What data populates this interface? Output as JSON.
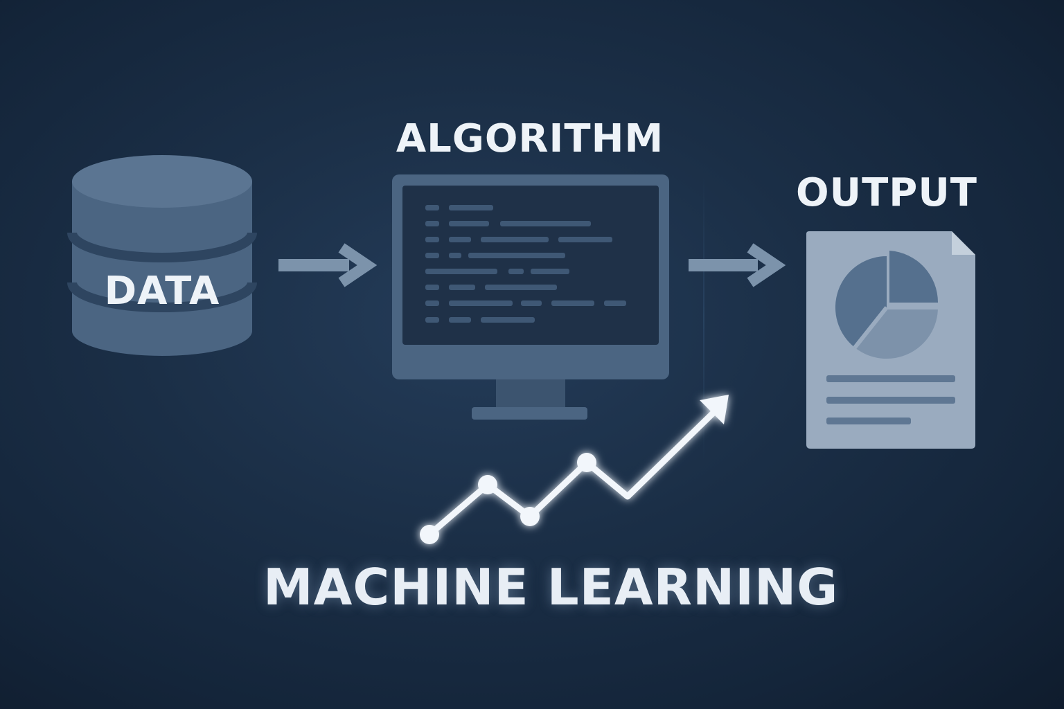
{
  "labels": {
    "data": "DATA",
    "algorithm": "ALGORITHM",
    "output": "OUTPUT",
    "machine_learning": "MACHINE LEARNING"
  },
  "icons": {
    "data": "database-cylinder-icon",
    "algorithm": "monitor-code-icon",
    "output": "report-document-pie-chart-icon",
    "trend": "rising-line-arrow-icon",
    "flow": "right-arrow-icon"
  },
  "colors": {
    "background": "#1b2f47",
    "icon_fill": "#4b6582",
    "icon_light": "#a8b8c9",
    "text": "#eef3f8",
    "glow_line": "#f2f6fb"
  }
}
